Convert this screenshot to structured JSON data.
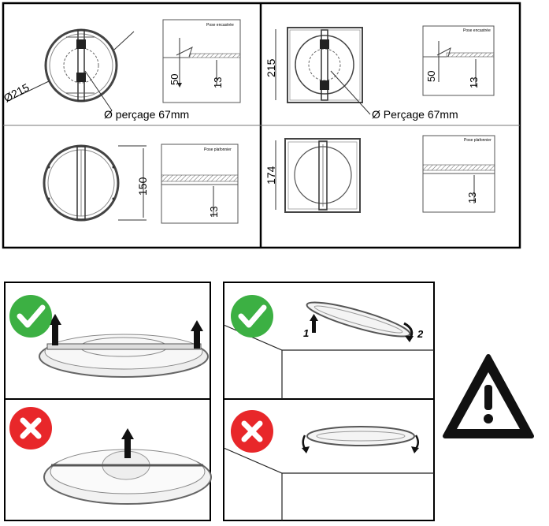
{
  "spec_sheet": {
    "round": {
      "diameter": "Ø215",
      "drilling": "Ø perçage 67mm",
      "recessed_caption": "Pose encastrée",
      "recessed_depth": "50",
      "recessed_offset": "13",
      "surface_height": "150",
      "surface_caption": "Pose plafonnier",
      "surface_offset": "13"
    },
    "square": {
      "side": "215",
      "drilling": "Ø Perçage 67mm",
      "recessed_caption": "Pose encastrée",
      "recessed_depth": "50",
      "recessed_offset": "13",
      "surface_side": "174",
      "surface_caption": "Pose plafonnier",
      "surface_offset": "13"
    }
  },
  "install_steps": {
    "step_1": "1",
    "step_2": "2"
  },
  "colors": {
    "ok": "#3cb043",
    "no": "#e8272a",
    "warning": "#111111"
  },
  "icons": [
    "check-icon",
    "cross-icon",
    "warning-icon",
    "arrow-up-icon",
    "rotate-arrow-icon"
  ]
}
